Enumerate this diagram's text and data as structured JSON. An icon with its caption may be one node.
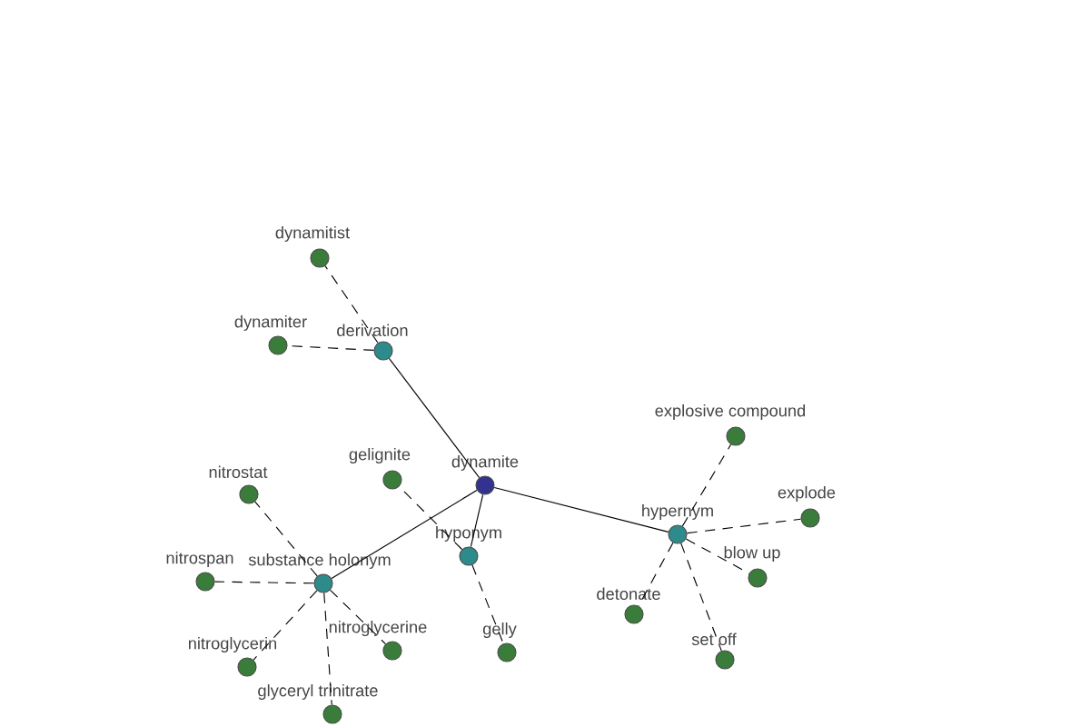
{
  "diagram": {
    "nodes": [
      {
        "text": [
          "dynamite"
        ]
      },
      {
        "text": [
          "derivation"
        ]
      },
      {
        "text": [
          "dynamitist"
        ]
      },
      {
        "text": [
          "dynamiter"
        ]
      },
      {
        "text": [
          "hypernym"
        ]
      },
      {
        "text": [
          "explosive compound"
        ]
      },
      {
        "text": [
          "explode"
        ]
      },
      {
        "text": [
          "blow up"
        ]
      },
      {
        "text": [
          "detonate"
        ]
      },
      {
        "text": [
          "set off"
        ]
      },
      {
        "text": [
          "hyponym"
        ]
      },
      {
        "text": [
          "gelignite"
        ]
      },
      {
        "text": [
          "gelly"
        ]
      },
      {
        "text": [
          "substance holonym"
        ]
      },
      {
        "text": [
          "nitrostat"
        ]
      },
      {
        "text": [
          "nitrospan"
        ]
      },
      {
        "text": [
          "nitroglycerin"
        ]
      },
      {
        "text": [
          "nitroglycerine"
        ]
      },
      {
        "text": [
          "glyceryl trinitrate"
        ]
      }
    ],
    "edges": [
      {
        "from": 0,
        "to": 1,
        "arrow": "none"
      },
      {
        "from": 0,
        "to": 4,
        "arrow": "none"
      },
      {
        "from": 0,
        "to": 10,
        "arrow": "none"
      },
      {
        "from": 0,
        "to": 13,
        "arrow": "none"
      },
      {
        "from": 1,
        "to": 2,
        "arrow": "none",
        "style": "dashed"
      },
      {
        "from": 1,
        "to": 3,
        "arrow": "none",
        "style": "dashed"
      },
      {
        "from": 4,
        "to": 5,
        "arrow": "none",
        "style": "dashed"
      },
      {
        "from": 4,
        "to": 6,
        "arrow": "none",
        "style": "dashed"
      },
      {
        "from": 4,
        "to": 7,
        "arrow": "none",
        "style": "dashed"
      },
      {
        "from": 4,
        "to": 8,
        "arrow": "none",
        "style": "dashed"
      },
      {
        "from": 4,
        "to": 9,
        "arrow": "none",
        "style": "dashed"
      },
      {
        "from": 10,
        "to": 11,
        "arrow": "none",
        "style": "dashed"
      },
      {
        "from": 10,
        "to": 12,
        "arrow": "none",
        "style": "dashed"
      },
      {
        "from": 13,
        "to": 14,
        "arrow": "none",
        "style": "dashed"
      },
      {
        "from": 13,
        "to": 15,
        "arrow": "none",
        "style": "dashed"
      },
      {
        "from": 13,
        "to": 16,
        "arrow": "none",
        "style": "dashed"
      },
      {
        "from": 13,
        "to": 17,
        "arrow": "none",
        "style": "dashed"
      },
      {
        "from": 13,
        "to": 18,
        "arrow": "none",
        "style": "dashed"
      }
    ]
  }
}
